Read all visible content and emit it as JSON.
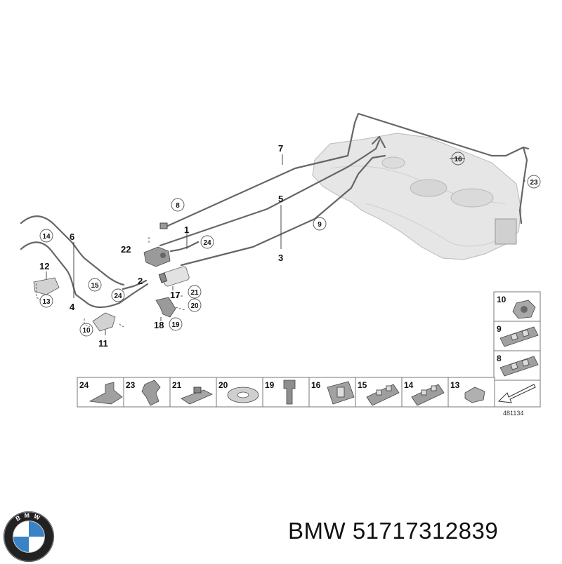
{
  "callouts": {
    "c1": "1",
    "c2": "2",
    "c3": "3",
    "c4": "4",
    "c5": "5",
    "c6": "6",
    "c7": "7",
    "c8": "8",
    "c9": "9",
    "c10": "10",
    "c11": "11",
    "c12": "12",
    "c13": "13",
    "c14": "14",
    "c15": "15",
    "c16": "16",
    "c17": "17",
    "c18": "18",
    "c19": "19",
    "c20": "20",
    "c21": "21",
    "c22": "22",
    "c23": "23",
    "c24a": "24",
    "c24b": "24"
  },
  "parts_table": {
    "bottom_row": [
      "24",
      "23",
      "21",
      "20",
      "19",
      "16",
      "15",
      "14",
      "13"
    ],
    "right_column": [
      "10",
      "9",
      "8"
    ]
  },
  "diagram_ref": "481134",
  "logo_text": "BMW",
  "caption": "BMW 51717312839"
}
